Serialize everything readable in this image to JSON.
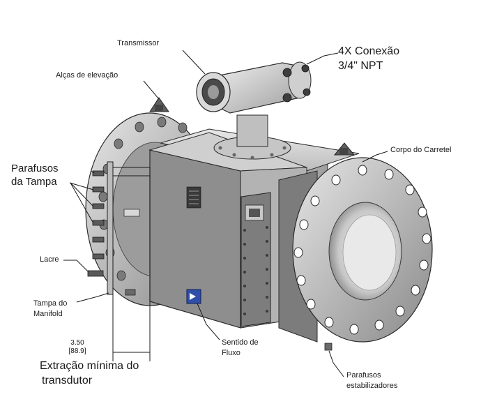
{
  "labels": {
    "transmissor": "Transmissor",
    "conexao_line1": "4X Conexão",
    "conexao_line2": "3/4\" NPT",
    "alcas": "Alças de elevação",
    "parafusos_tampa_line1": "Parafusos",
    "parafusos_tampa_line2": "da Tampa",
    "corpo_carretel": "Corpo do Carretel",
    "lacre": "Lacre",
    "tampa_line1": "Tampa do",
    "tampa_line2": "Manifold",
    "dim_inch": "3.50",
    "dim_mm": "[88.9]",
    "extracao_line1": "Extração mínima do",
    "extracao_line2": "transdutor",
    "sentido_line1": "Sentido de",
    "sentido_line2": "Fluxo",
    "estab_line1": "Parafusos",
    "estab_line2": "estabilizadores"
  },
  "colors": {
    "metal_light": "#d4d4d4",
    "metal_mid": "#a9a9a9",
    "metal_dark": "#6f6f6f",
    "outline": "#2a2a2a",
    "flow_arrow": "#2f4fa8"
  },
  "icons": {
    "flow_direction": "arrow-right-icon"
  }
}
